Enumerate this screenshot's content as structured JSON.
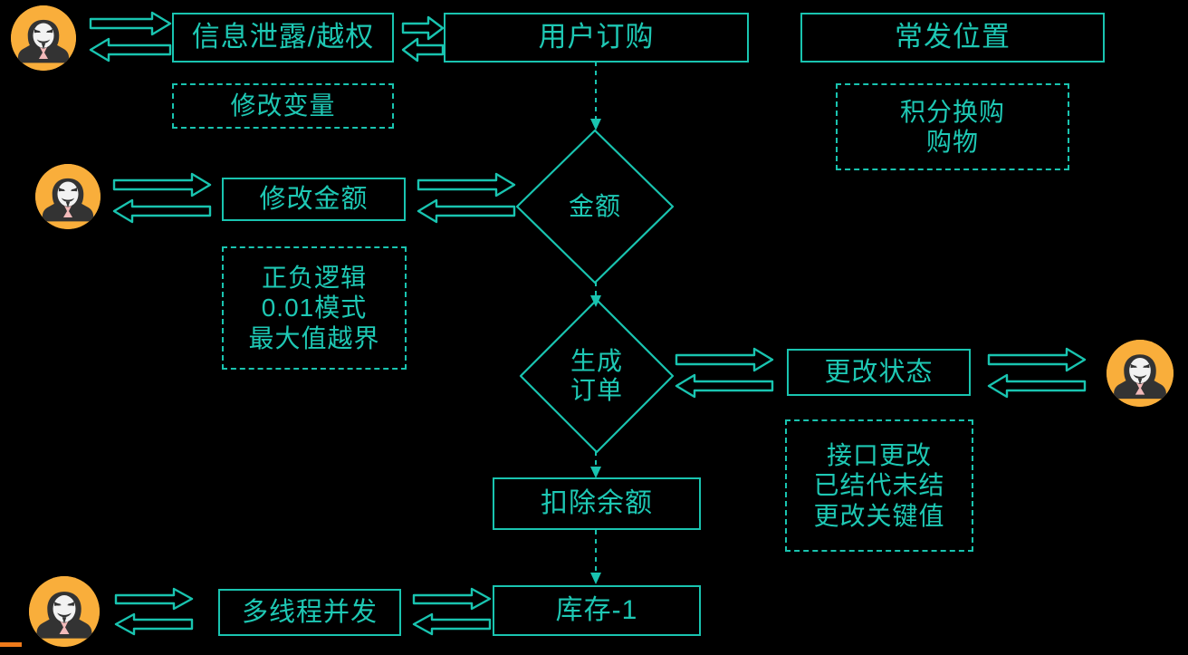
{
  "meta": {
    "title": "电商订购流程风险点示意图",
    "colors": {
      "background": "#000000",
      "line": "#19c4b0",
      "text": "#1ec8b4",
      "avatar_circle": "#f9ae3b",
      "avatar_figure": "#333333",
      "accent_bar": "#ef7a1a"
    }
  },
  "flow": {
    "nodes": [
      {
        "id": "user-order",
        "label": "用户订购",
        "shape": "rect",
        "style": "solid"
      },
      {
        "id": "amount",
        "label": "金额",
        "shape": "diamond",
        "style": "solid"
      },
      {
        "id": "generate-order",
        "label": "生成\n订单",
        "shape": "diamond",
        "style": "solid"
      },
      {
        "id": "deduct-balance",
        "label": "扣除余额",
        "shape": "rect",
        "style": "solid"
      },
      {
        "id": "stock-minus-one",
        "label": "库存-1",
        "shape": "rect",
        "style": "solid"
      }
    ],
    "attacks": [
      {
        "id": "info-leak",
        "label": "信息泄露/越权",
        "style": "solid"
      },
      {
        "id": "modify-amount",
        "label": "修改金额",
        "style": "solid"
      },
      {
        "id": "change-status",
        "label": "更改状态",
        "style": "solid"
      },
      {
        "id": "multithread",
        "label": "多线程并发",
        "style": "solid"
      },
      {
        "id": "frequent-loc",
        "label": "常发位置",
        "style": "solid"
      }
    ],
    "notes": [
      {
        "id": "note-modify-var",
        "label": "修改变量"
      },
      {
        "id": "note-amount-logic",
        "label": "正负逻辑\n0.01模式\n最大值越界"
      },
      {
        "id": "note-points",
        "label": "积分换购\n购物"
      },
      {
        "id": "note-status",
        "label": "接口更改\n已结代未结\n更改关键值"
      }
    ],
    "actors": [
      {
        "id": "hacker-top-left",
        "label": "hacker-avatar"
      },
      {
        "id": "hacker-mid-left",
        "label": "hacker-avatar"
      },
      {
        "id": "hacker-right",
        "label": "hacker-avatar"
      },
      {
        "id": "hacker-bottom-left",
        "label": "hacker-avatar"
      }
    ]
  }
}
